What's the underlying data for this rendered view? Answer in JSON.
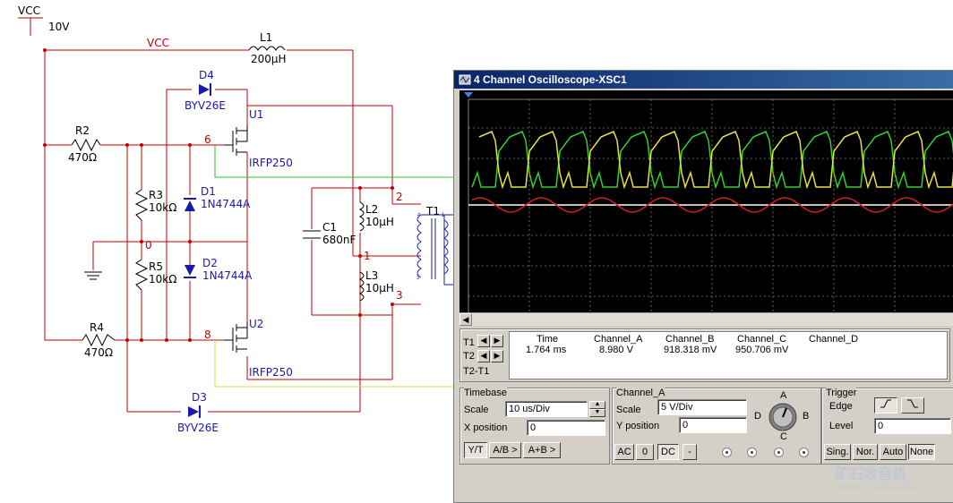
{
  "schematic": {
    "vcc_label": "VCC",
    "vcc_value": "10V",
    "vcc_net": "VCC",
    "components": {
      "L1": {
        "ref": "L1",
        "value": "200µH"
      },
      "D4": {
        "ref": "D4",
        "value": "BYV26E"
      },
      "U1": {
        "ref": "U1",
        "value": "IRFP250"
      },
      "R2": {
        "ref": "R2",
        "value": "470Ω"
      },
      "R3": {
        "ref": "R3",
        "value": "10kΩ"
      },
      "D1": {
        "ref": "D1",
        "value": "1N4744A"
      },
      "R5": {
        "ref": "R5",
        "value": "10kΩ"
      },
      "D2": {
        "ref": "D2",
        "value": "1N4744A"
      },
      "R4": {
        "ref": "R4",
        "value": "470Ω"
      },
      "U2": {
        "ref": "U2",
        "value": "IRFP250"
      },
      "D3": {
        "ref": "D3",
        "value": "BYV26E"
      },
      "C1": {
        "ref": "C1",
        "value": "680nF"
      },
      "L2": {
        "ref": "L2",
        "value": "10µH"
      },
      "L3": {
        "ref": "L3",
        "value": "10µH"
      },
      "T1": {
        "ref": "T1"
      }
    },
    "nodes": {
      "n6": "6",
      "n0": "0",
      "n8": "8",
      "n2": "2",
      "n1": "1",
      "n3": "3"
    },
    "transformer_pins": {
      "p4": "4",
      "p1": "1",
      "p3": "3"
    }
  },
  "oscilloscope": {
    "title": "4 Channel Oscilloscope-XSC1",
    "readout": {
      "headers": [
        "Time",
        "Channel_A",
        "Channel_B",
        "Channel_C",
        "Channel_D"
      ],
      "t1": {
        "label": "T1",
        "time": "1.764 ms",
        "a": "8.980 V",
        "b": "918.318 mV",
        "c": "950.706 mV",
        "d": ""
      },
      "t2": {
        "label": "T2"
      },
      "t2t1": {
        "label": "T2-T1"
      }
    },
    "timebase": {
      "title": "Timebase",
      "scale_label": "Scale",
      "scale_value": "10 us/Div",
      "xpos_label": "X position",
      "xpos_value": "0",
      "buttons": [
        "Y/T",
        "A/B >",
        "A+B >"
      ]
    },
    "channel": {
      "title": "Channel_A",
      "scale_label": "Scale",
      "scale_value": "5  V/Div",
      "ypos_label": "Y position",
      "ypos_value": "0",
      "coupling": [
        "AC",
        "0",
        "DC",
        "-"
      ],
      "knob_labels": {
        "a": "A",
        "b": "B",
        "c": "C",
        "d": "D"
      }
    },
    "trigger": {
      "title": "Trigger",
      "edge_label": "Edge",
      "level_label": "Level",
      "level_value": "0",
      "modes": [
        "Sing.",
        "Nor.",
        "Auto",
        "None"
      ]
    },
    "trace_colors": {
      "green": "#30d030",
      "yellow": "#e8e040",
      "red": "#d02020",
      "white": "#ffffff"
    }
  },
  "watermark": {
    "line1": "矿石收音机",
    "line2": "www.crystalradio.cn"
  }
}
